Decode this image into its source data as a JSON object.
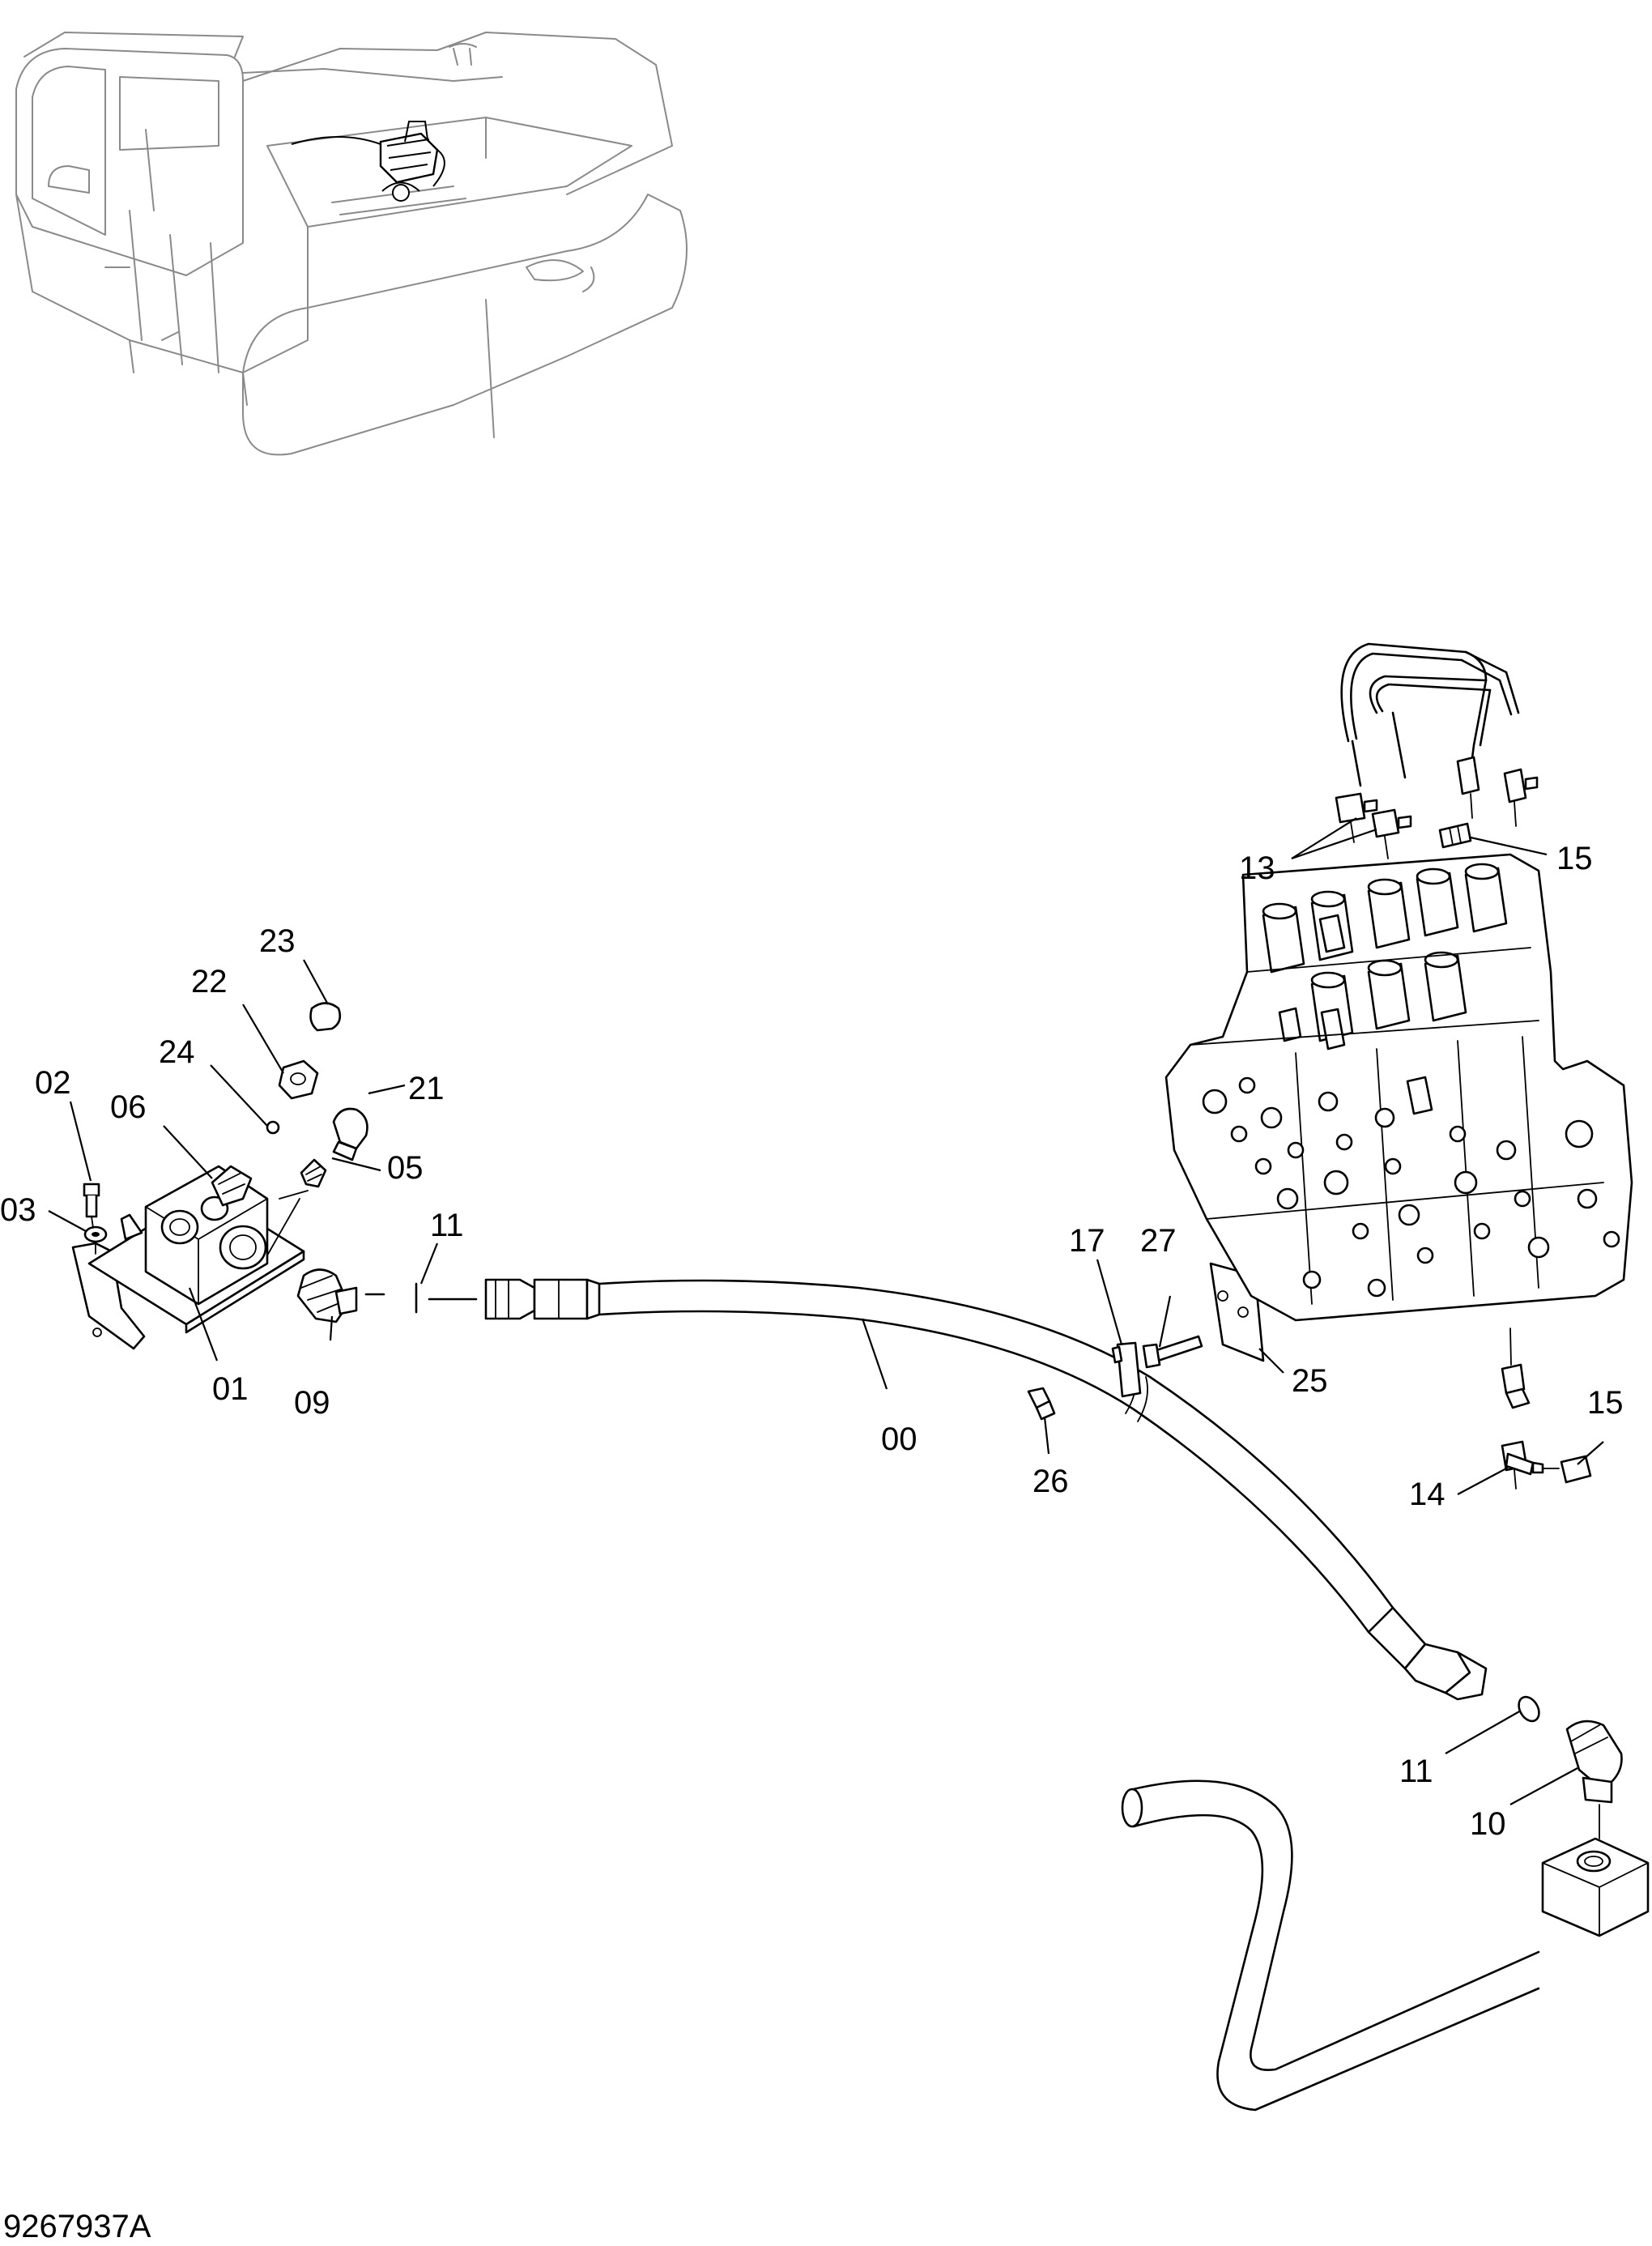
{
  "drawing": {
    "number": "9267937A",
    "callouts": [
      {
        "id": "callout-00",
        "text": "00"
      },
      {
        "id": "callout-01",
        "text": "01"
      },
      {
        "id": "callout-02",
        "text": "02"
      },
      {
        "id": "callout-03",
        "text": "03"
      },
      {
        "id": "callout-05",
        "text": "05"
      },
      {
        "id": "callout-06",
        "text": "06"
      },
      {
        "id": "callout-09",
        "text": "09"
      },
      {
        "id": "callout-10",
        "text": "10"
      },
      {
        "id": "callout-11-top",
        "text": "11"
      },
      {
        "id": "callout-11-bottom",
        "text": "11"
      },
      {
        "id": "callout-13",
        "text": "13"
      },
      {
        "id": "callout-14",
        "text": "14"
      },
      {
        "id": "callout-15-top",
        "text": "15"
      },
      {
        "id": "callout-15-bottom",
        "text": "15"
      },
      {
        "id": "callout-17",
        "text": "17"
      },
      {
        "id": "callout-21",
        "text": "21"
      },
      {
        "id": "callout-22",
        "text": "22"
      },
      {
        "id": "callout-23",
        "text": "23"
      },
      {
        "id": "callout-24",
        "text": "24"
      },
      {
        "id": "callout-25",
        "text": "25"
      },
      {
        "id": "callout-26",
        "text": "26"
      },
      {
        "id": "callout-27",
        "text": "27"
      }
    ]
  }
}
